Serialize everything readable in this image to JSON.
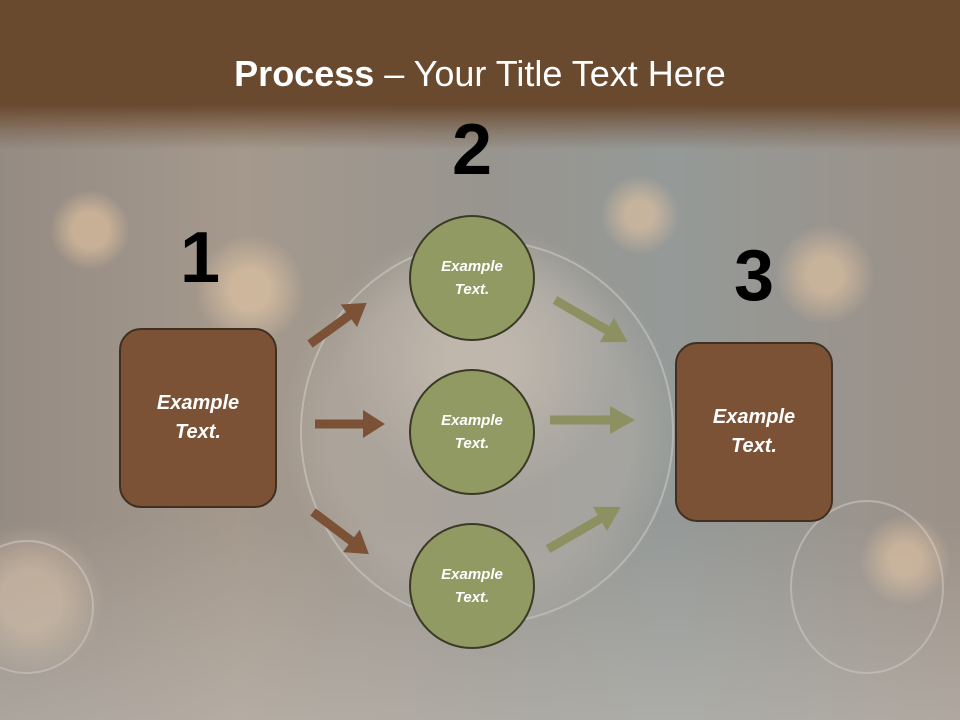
{
  "title": {
    "bold": "Process",
    "rest": " – Your Title Text Here"
  },
  "steps": {
    "one": "1",
    "two": "2",
    "three": "3"
  },
  "left_box": {
    "text": "Example Text."
  },
  "right_box": {
    "text": "Example Text."
  },
  "circles": [
    {
      "text": "Example Text."
    },
    {
      "text": "Example Text."
    },
    {
      "text": "Example Text."
    }
  ],
  "colors": {
    "title_band": "#6a4a2f",
    "box_fill": "#7b5236",
    "circle_fill": "#929a63",
    "arrow_left": "#7b5236",
    "arrow_right": "#8d9060"
  }
}
